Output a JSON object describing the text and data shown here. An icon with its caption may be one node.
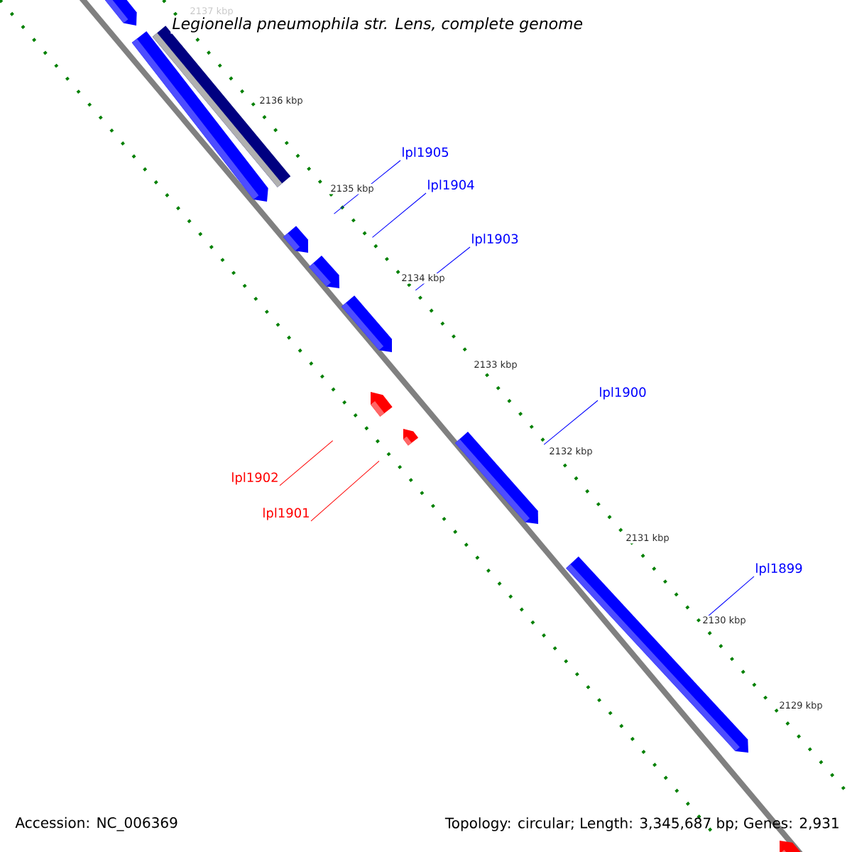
{
  "diagram": {
    "title": "Legionella pneumophila str. Lens, complete genome",
    "nodes": [
      {
        "text": [],
        "shape": "bar"
      },
      {
        "text": [],
        "shape": "bar"
      },
      {
        "text": [],
        "shape": "bar"
      },
      {
        "text": [
          "lpl1905"
        ]
      },
      {
        "text": [],
        "shape": "bar"
      },
      {
        "text": [
          "lpl1904"
        ]
      },
      {
        "text": [],
        "shape": "bar"
      },
      {
        "text": [
          "lpl1903"
        ]
      },
      {
        "text": [],
        "shape": "bar"
      },
      {
        "text": [
          "lpl1902"
        ]
      },
      {
        "text": [],
        "shape": "bar"
      },
      {
        "text": [
          "lpl1901"
        ]
      },
      {
        "text": [],
        "shape": "bar"
      },
      {
        "text": [
          "lpl1900"
        ]
      },
      {
        "text": [],
        "shape": "bar"
      },
      {
        "text": [
          "lpl1899"
        ]
      },
      {
        "text": [],
        "shape": "bar"
      },
      {
        "text": [],
        "shape": "bar"
      }
    ],
    "edges": [
      {
        "from": 3,
        "to": 4,
        "arrow": "none"
      },
      {
        "from": 5,
        "to": 6,
        "arrow": "none"
      },
      {
        "from": 7,
        "to": 8,
        "arrow": "none"
      },
      {
        "from": 9,
        "to": 10,
        "arrow": "none",
        "color": "#ff0000"
      },
      {
        "from": 11,
        "to": 12,
        "arrow": "none",
        "color": "#ff0000"
      },
      {
        "from": 13,
        "to": 14,
        "arrow": "none"
      },
      {
        "from": 15,
        "to": 16,
        "arrow": "none"
      }
    ],
    "labels": [
      "2137 kbp",
      "2136 kbp",
      "2135 kbp",
      "2134 kbp",
      "2133 kbp",
      "2132 kbp",
      "2131 kbp",
      "2130 kbp",
      "2129 kbp",
      "Accession: NC_006369",
      "Topology: circular; Length: 3,345,687 bp; Genes: 2,931"
    ]
  }
}
